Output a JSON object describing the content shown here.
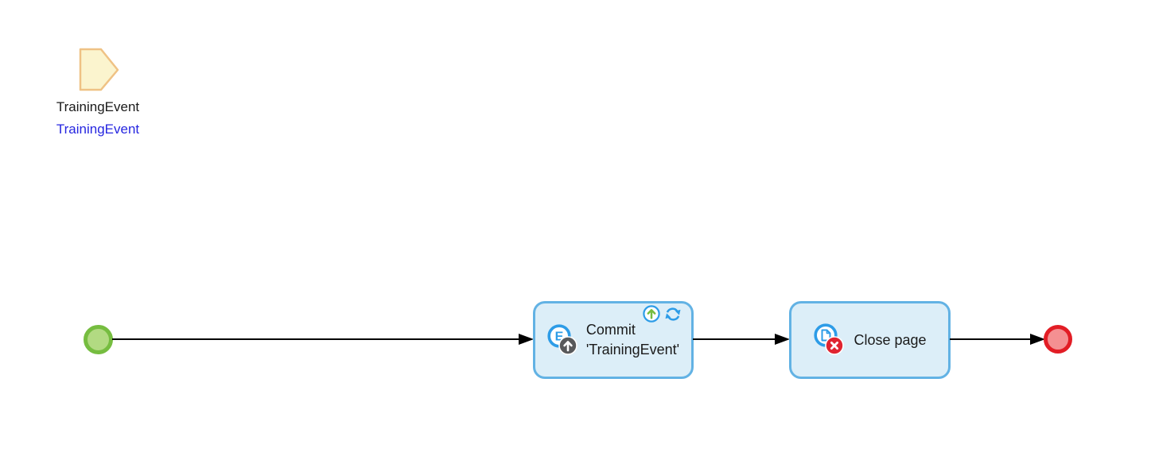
{
  "parameter": {
    "name": "TrainingEvent",
    "entity_type": "TrainingEvent",
    "shape": "parameter-pentagon"
  },
  "commit_activity": {
    "caption_line1": "Commit",
    "caption_line2": "'TrainingEvent'",
    "icon": "entity-commit-icon",
    "indicator_icons": [
      "commit-up-arrow-indicator-icon",
      "refresh-in-client-indicator-icon"
    ]
  },
  "close_page_activity": {
    "caption": "Close page",
    "icon": "close-page-icon"
  },
  "events": {
    "start": "start-event-circle",
    "end": "end-event-circle"
  },
  "colors": {
    "canvas_bg": "#FFFFFF",
    "activity_fill": "#DCEEF8",
    "activity_border": "#62B2E4",
    "start_fill": "#B2DA82",
    "start_border": "#76BD40",
    "end_fill": "#F49092",
    "end_border": "#E21D25",
    "parameter_fill": "#FBF4CE",
    "parameter_border": "#EFC285",
    "entity_text": "#2626E0",
    "icon_blue": "#2D9CE7",
    "badge_gray": "#58595B",
    "badge_red": "#E02430",
    "indicator_green": "#76BD40",
    "arrow": "#000000",
    "label_text": "#1A1A1A"
  }
}
